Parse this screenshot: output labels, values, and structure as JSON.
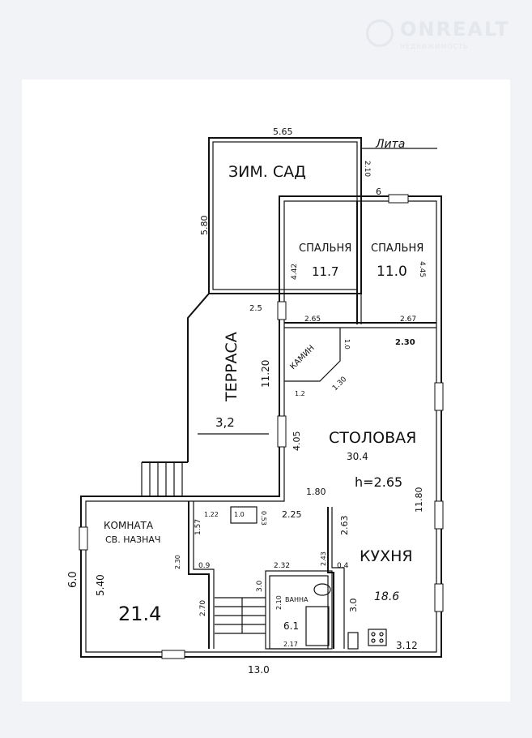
{
  "watermark": {
    "name": "ONREALT",
    "tagline": "НЕДВИЖИМОСТЬ"
  },
  "plan": {
    "label_litera": "Лита",
    "rooms": {
      "winter_garden": "ЗИМ. САД",
      "bedroom1": {
        "name": "СПАЛЬНЯ",
        "area": "11.7"
      },
      "bedroom2": {
        "name": "СПАЛЬНЯ",
        "area": "11.0"
      },
      "terrace": "ТЕРРАСА",
      "fireplace": "КАМИН",
      "dining": {
        "name": "СТОЛОВАЯ",
        "area": "30.4",
        "height": "h=2.65"
      },
      "special_room": {
        "name_line1": "КОМНАТА",
        "name_line2": "СВ. НАЗНАЧ",
        "area": "21.4"
      },
      "kitchen": {
        "name": "КУХНЯ",
        "area": "18.6"
      },
      "bathroom": {
        "name": "ВАННА",
        "area": "6.1"
      }
    },
    "dimensions": {
      "garden_width": "5.65",
      "garden_height": "5.80",
      "garden_offset": "2.10",
      "house_top": "6",
      "bed1_height": "4.42",
      "bed2_height": "4.45",
      "bed1_width": "2.65",
      "bed2_width": "2.67",
      "terrace_gap": "2.5",
      "dining_2_30": "2.30",
      "fire_1_0": "1.0",
      "fire_1_30": "1.30",
      "fire_1_2": "1.2",
      "terrace_length": "11.20",
      "terrace_width": "3,2",
      "dining_4_05": "4.05",
      "right_11_80": "11.80",
      "d_1_80": "1.80",
      "d_1_22": "1.22",
      "d_1_0": "1.0",
      "d_0_53": "0.53",
      "d_2_25": "2.25",
      "d_1_57": "1.57",
      "d_2_63": "2.63",
      "d_2_30": "2.30",
      "d_0_9": "0.9",
      "d_2_32": "2.32",
      "d_2_43": "2.43",
      "d_0_4": "0.4",
      "d_5_40": "5.40",
      "d_6_0": "6.0",
      "d_2_70": "2.70",
      "d_3_0": "3.0",
      "d_2_10b": "2.10",
      "d_2_17": "2.17",
      "d_3_0k": "3.0",
      "d_3_12": "3.12",
      "bottom_13_0": "13.0"
    }
  }
}
